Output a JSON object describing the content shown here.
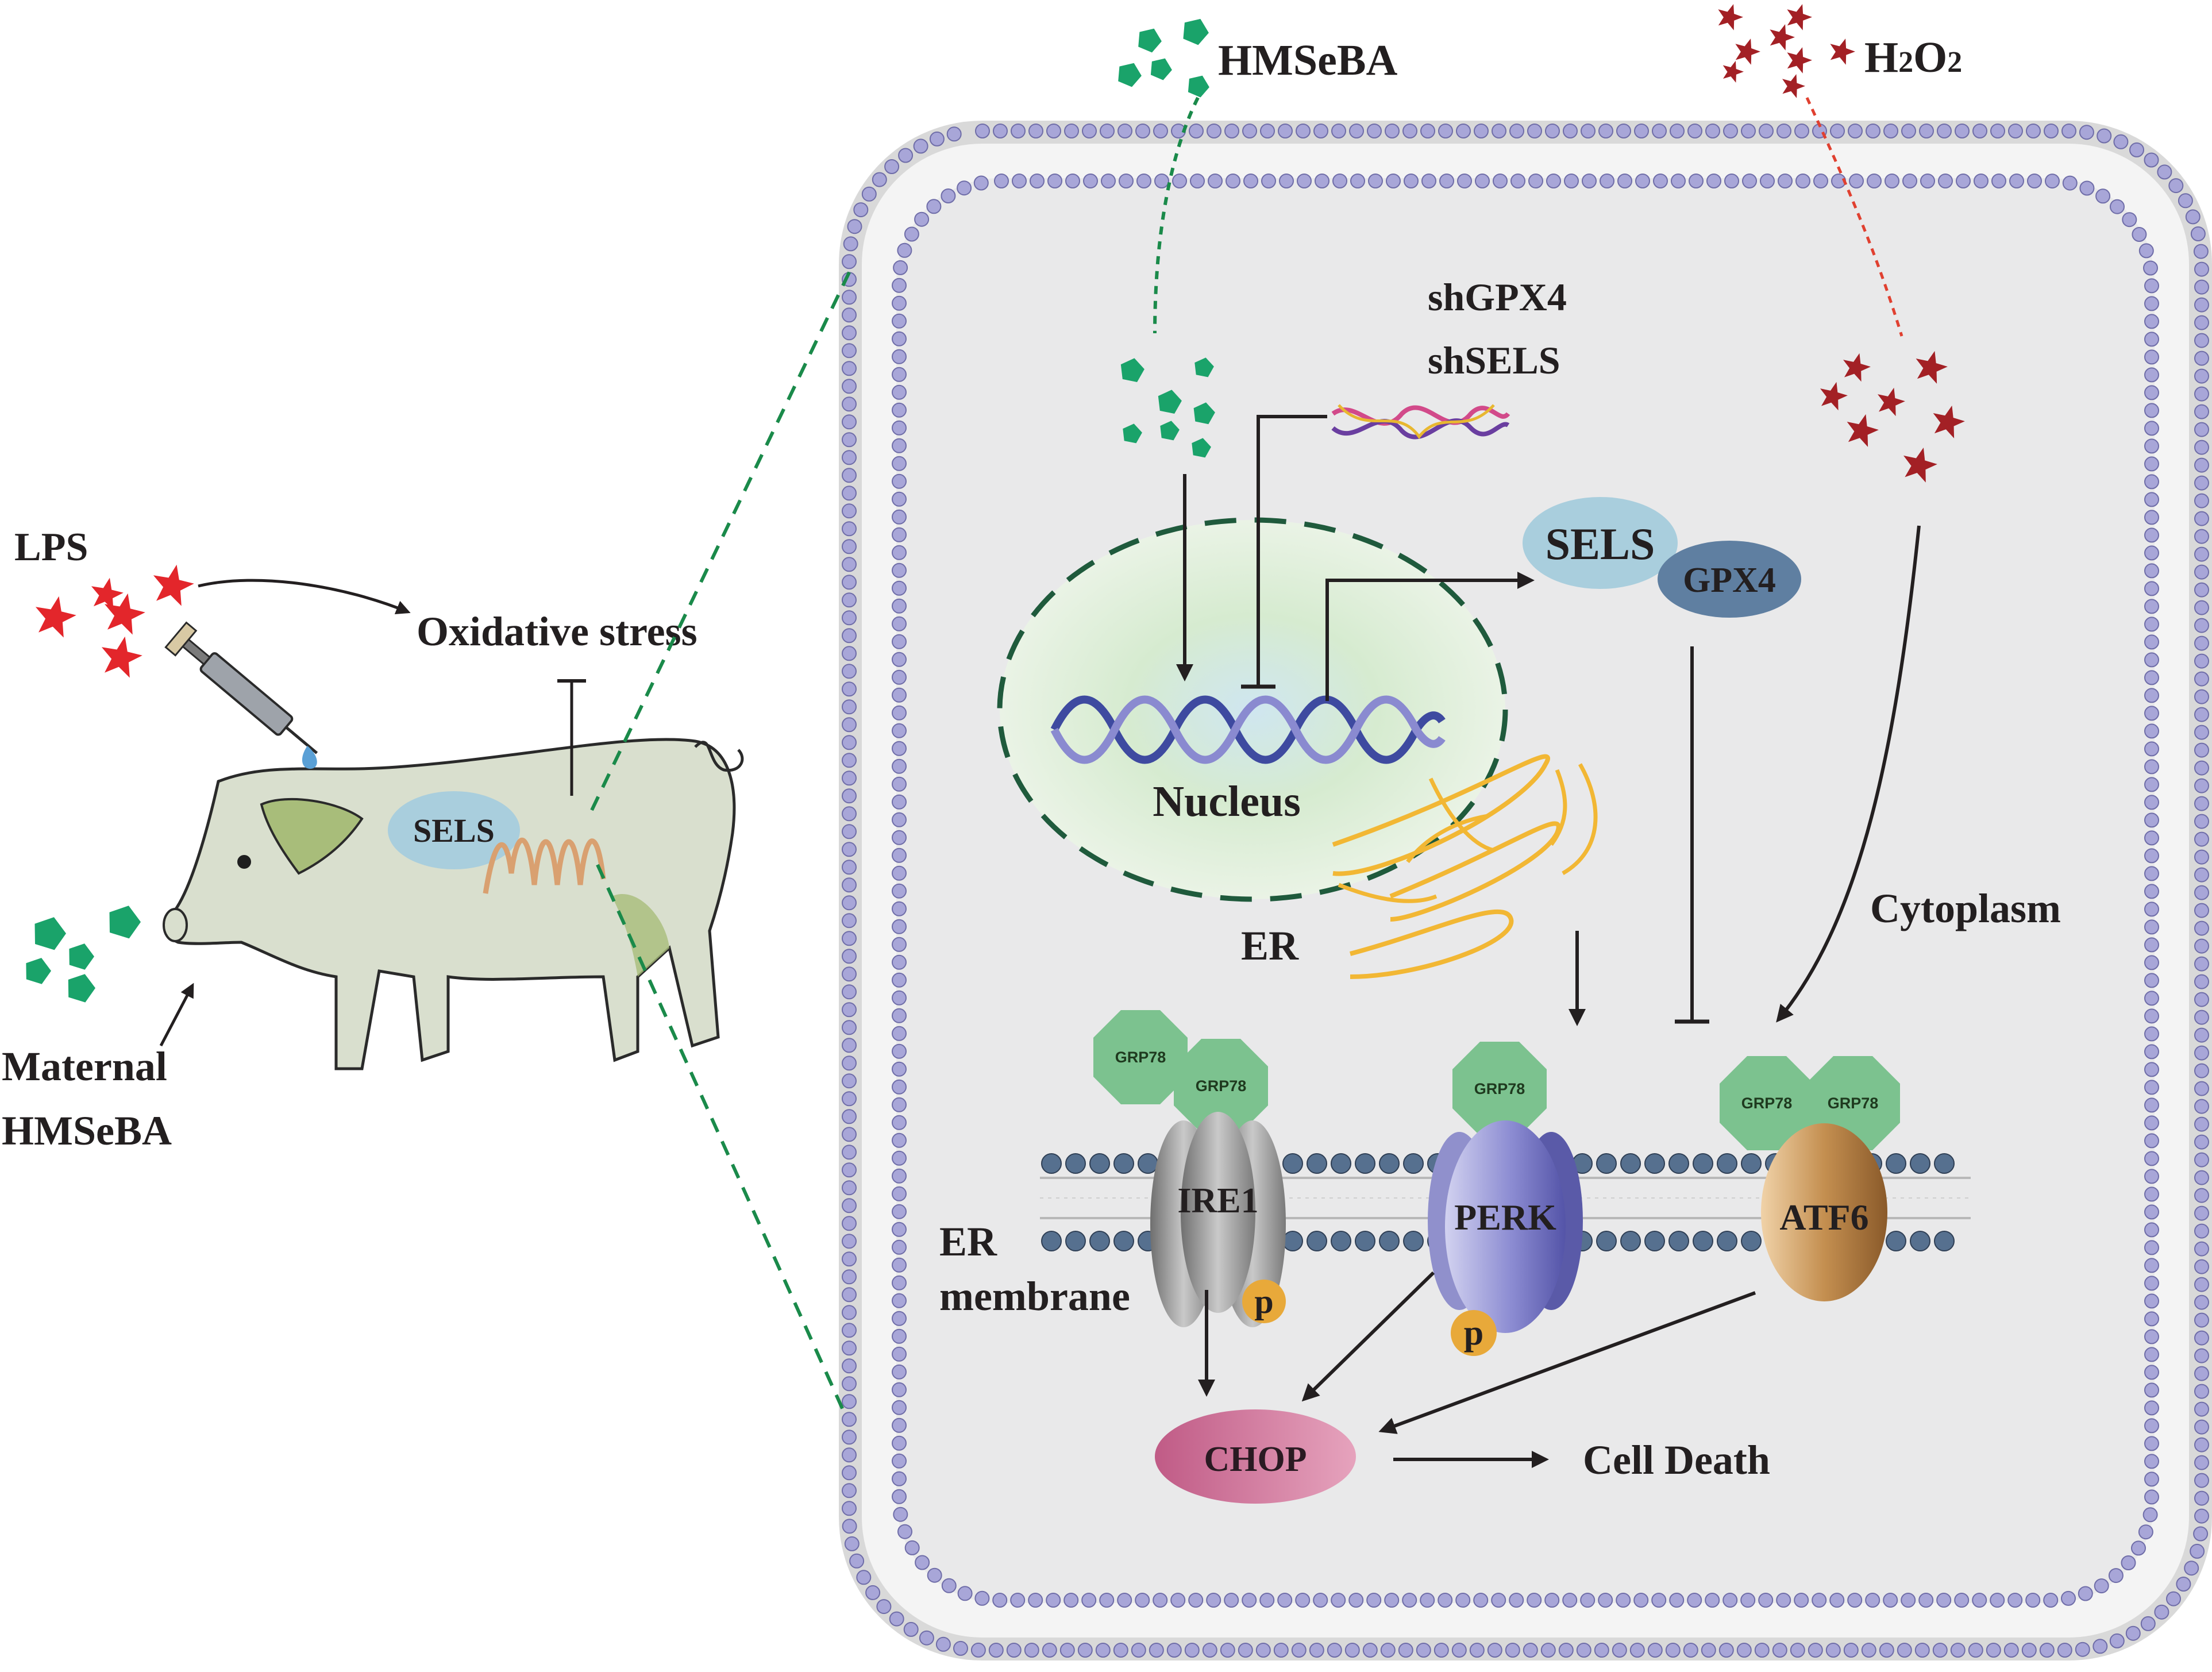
{
  "labels": {
    "lps": "LPS",
    "oxidative_stress": "Oxidative stress",
    "maternal_line1": "Maternal",
    "maternal_line2": "HMSeBA",
    "pig_sels": "SELS",
    "hmseba_top": "HMSeBA",
    "h2o2": "H2O2",
    "shgpx4": "shGPX4",
    "shsels": "shSELS",
    "sels": "SELS",
    "gpx4": "GPX4",
    "nucleus": "Nucleus",
    "er": "ER",
    "cytoplasm": "Cytoplasm",
    "er_membrane_line1": "ER",
    "er_membrane_line2": "membrane",
    "grp78": "GRP78",
    "ire1": "IRE1",
    "perk": "PERK",
    "atf6": "ATF6",
    "phospho": "p",
    "chop": "CHOP",
    "cell_death": "Cell Death"
  },
  "colors": {
    "membrane_head": "#9a98cc",
    "cell_fill": "#e9e9ea",
    "hmseba_pentagon": "#1aa36a",
    "lps_star": "#e3262b",
    "h2o2_star": "#a32025",
    "sels_oval": "#a9cedd",
    "gpx4_oval": "#5f7fa1",
    "grp78": "#7cc28f",
    "ire1": "#8e8e8e",
    "perk": "#6f6fc0",
    "atf6": "#a8763f",
    "chop": "#cf6f95",
    "phospho": "#e8a93a",
    "er_golgi": "#f2b734",
    "nucleus_fill": "#d8ecd2",
    "nucleus_border": "#1f5a3c",
    "dna": "#3e4aa0",
    "pig_body": "#d9dfce"
  },
  "icons": {
    "syringe": "syringe-icon",
    "dna": "dna-helix-icon",
    "shrna": "shrna-strand-icon"
  }
}
